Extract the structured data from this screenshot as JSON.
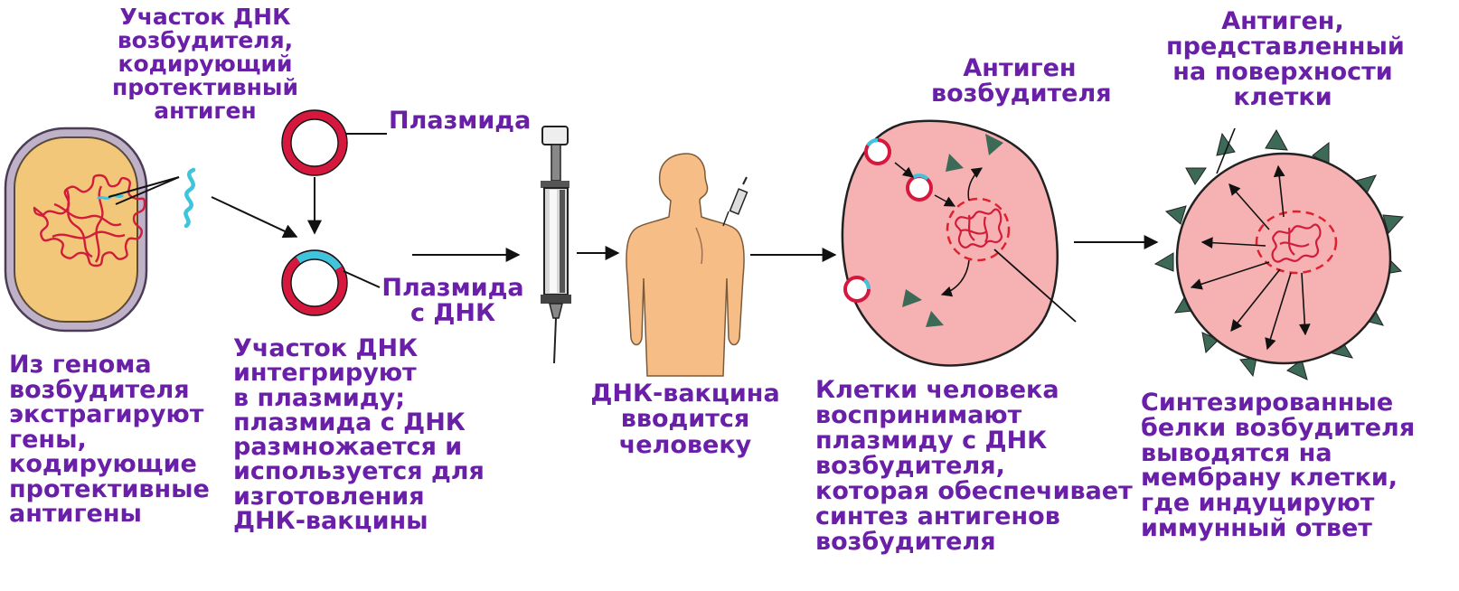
{
  "labels": {
    "dna_segment": [
      "Участок ДНК",
      "возбудителя,",
      "кодирующий",
      "протективный",
      "антиген"
    ],
    "plasmid": [
      "Плазмида"
    ],
    "plasmid_with_dna": [
      "Плазмида",
      "с ДНК"
    ],
    "pathogen_antigen": [
      "Антиген",
      "возбудителя"
    ],
    "surface_antigen": [
      "Антиген,",
      "представленный",
      "на поверхности",
      "клетки"
    ]
  },
  "steps": [
    [
      "Из генома",
      "возбудителя",
      "экстрагируют",
      "гены,",
      "кодирующие",
      "протективные",
      "антигены"
    ],
    [
      "Участок ДНК",
      "интегрируют",
      "в плазмиду;",
      "плазмида с ДНК",
      "размножается и",
      "используется для",
      "изготовления",
      "ДНК-вакцины"
    ],
    [
      "ДНК-вакцина",
      "вводится",
      "человеку"
    ],
    [
      "Клетки человека",
      "воспринимают",
      "плазмиду с ДНК",
      "возбудителя,",
      "которая обеспечивает",
      "синтез антигенов",
      "возбудителя"
    ],
    [
      "Синтезированные",
      "белки возбудителя",
      "выводятся на",
      "мембрану клетки,",
      "где индуцируют",
      "иммунный ответ"
    ]
  ],
  "colors": {
    "text": "#6a1fa8",
    "plasmid": "#d6183e",
    "dna_insert": "#3ec4dc",
    "cell_fill": "#f6b2b2",
    "bacterium_fill": "#f2c77a",
    "bacterium_wall": "#bfb2c8",
    "antigen": "#3d6a56",
    "body_skin": "#f7bd86"
  },
  "icons": [
    "bacterium-icon",
    "dna-fragment-icon",
    "plasmid-icon",
    "recombinant-plasmid-icon",
    "syringe-icon",
    "human-icon",
    "human-cell-icon",
    "antigen-triangle-icon",
    "presenting-cell-icon"
  ]
}
